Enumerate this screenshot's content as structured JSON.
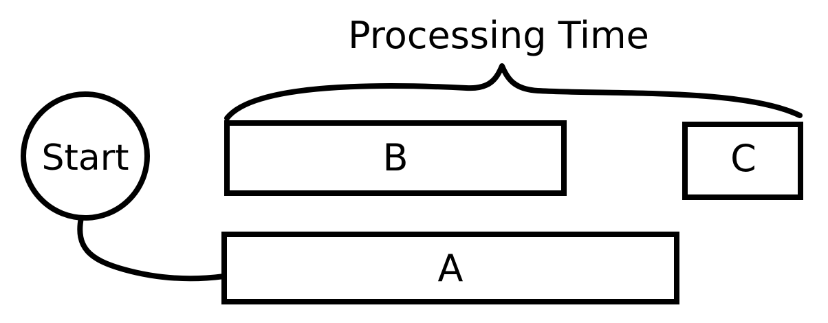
{
  "diagram": {
    "title": "Processing Time",
    "start_label": "Start",
    "boxes": {
      "a": "A",
      "b": "B",
      "c": "C"
    }
  }
}
